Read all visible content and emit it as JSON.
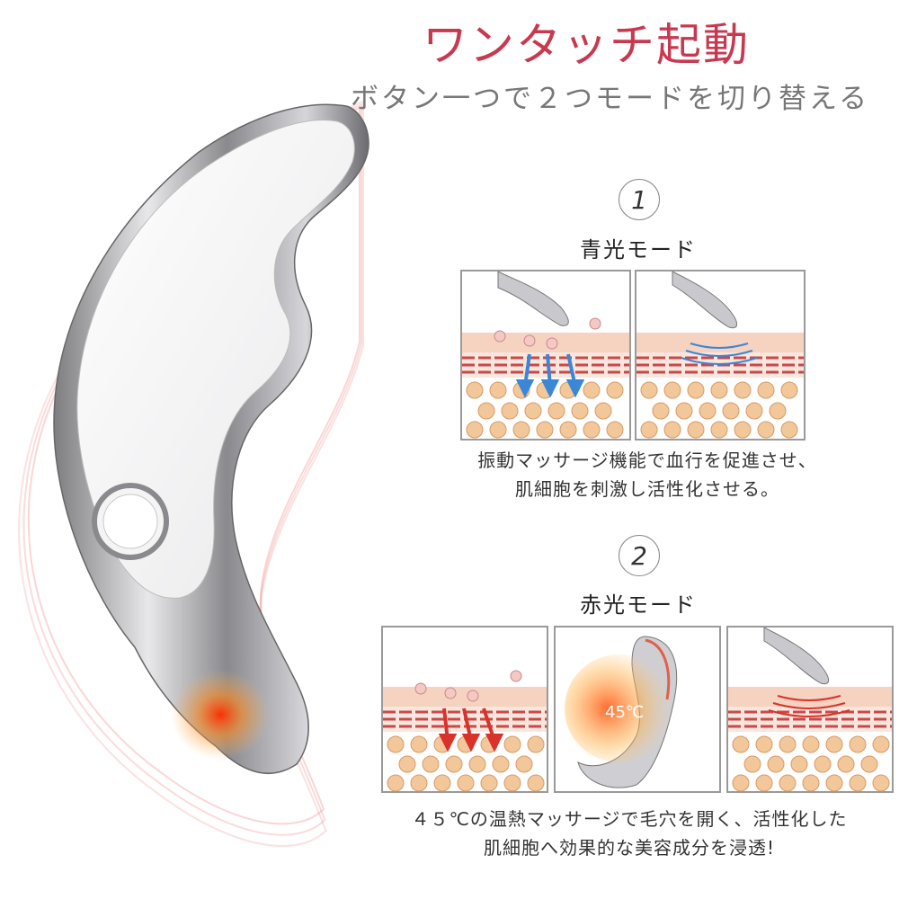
{
  "headline": "ワンタッチ起動",
  "subtitle": "ボタン一つで２つモードを切り替える",
  "modes": [
    {
      "number": "1",
      "title": "青光モード",
      "description_line1": "振動マッサージ機能で血行を促進させ、",
      "description_line2": "肌細胞を刺激し活性化させる。",
      "panels": [
        {
          "type": "skin-arrows",
          "arrow_color": "#3b86d6"
        },
        {
          "type": "skin-vibration",
          "wave_color": "#3b86d6"
        }
      ]
    },
    {
      "number": "2",
      "title": "赤光モード",
      "description_line1": "４５℃の温熱マッサージで毛穴を開く、活性化した",
      "description_line2": "肌細胞へ効果的な美容成分を浸透!",
      "panels": [
        {
          "type": "skin-arrows",
          "arrow_color": "#d8322b"
        },
        {
          "type": "device-heat",
          "temperature_label": "45℃"
        },
        {
          "type": "skin-vibration",
          "wave_color": "#d8322b"
        }
      ]
    }
  ],
  "colors": {
    "headline": "#c8394f",
    "glow": "#f08a8a",
    "skin_top": "#f6d2c0",
    "fat_cell": "#f2c79a",
    "muscle_line": "#c9484a"
  }
}
